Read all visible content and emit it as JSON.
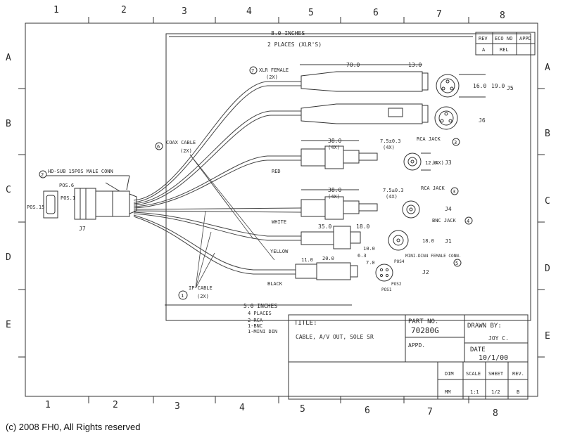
{
  "grid": {
    "columns_top": [
      "1",
      "2",
      "3",
      "4",
      "5",
      "6",
      "7",
      "8"
    ],
    "columns_bottom": [
      "1",
      "2",
      "3",
      "4",
      "5",
      "6",
      "7",
      "8"
    ],
    "rows_left": [
      "A",
      "B",
      "C",
      "D",
      "E"
    ],
    "rows_right": [
      "A",
      "B",
      "C",
      "D",
      "E"
    ]
  },
  "revision_table": {
    "headers": [
      "REV",
      "ECO NO",
      "APPD"
    ],
    "row": [
      "A",
      "REL",
      ""
    ]
  },
  "dimensions": {
    "overall_top": "8.0 INCHES",
    "overall_top_note": "2 PLACES (XLR'S)",
    "overall_bottom": "5.0 INCHES",
    "overall_bottom_notes": [
      "4 PLACES",
      "2-RCA",
      "1-BNC",
      "1-MINI DIN"
    ],
    "xlr_length": "70.0",
    "xlr_tip": "13.0",
    "xlr_dia1": "16.0",
    "xlr_dia2": "19.0",
    "rca1_length": "38.0",
    "rca1_count": "(4X)",
    "rca1_tip": "7.5±0.3",
    "rca1_tip_count": "(4X)",
    "rca2_length": "38.0",
    "rca2_count": "(4X)",
    "rca2_tip": "7.5±0.3",
    "rca2_tip_count": "(4X)",
    "rca_dia": "12.0",
    "rca_dia_count": "(4X)",
    "bnc_length": "35.0",
    "bnc_tip": "18.0",
    "bnc_dia": "10.0",
    "bnc_face": "18.0",
    "din_a": "11.0",
    "din_b": "20.0",
    "din_c": "6.3",
    "din_d": "7.0"
  },
  "callouts": {
    "c7": {
      "num": "7",
      "text": "XLR FEMALE",
      "qty": "(2X)"
    },
    "c6": {
      "num": "6",
      "text": "COAX CABLE",
      "qty": "(2X)"
    },
    "c2": {
      "num": "2",
      "text": "HD-SUB 15POS MALE CONN"
    },
    "c1": {
      "num": "1",
      "text": "IP CABLE",
      "qty": "(2X)"
    },
    "c3": {
      "num": "3",
      "text": "RCA JACK"
    },
    "c3b": {
      "num": "3",
      "text": "RCA JACK"
    },
    "c4": {
      "num": "4",
      "text": "BNC JACK"
    },
    "c5": {
      "num": "5",
      "text": "MINI-DIN4 FEMALE CONN."
    }
  },
  "labels": {
    "j7": "J7",
    "j5": "J5",
    "j6": "J6",
    "j3": "J3",
    "j4": "J4",
    "j1": "J1",
    "j2": "J2",
    "pos6": "POS.6",
    "pos1": "POS.1",
    "pos15": "POS.15",
    "red": "RED",
    "white": "WHITE",
    "yellow": "YELLOW",
    "black": "BLACK",
    "pos_a": "POS1",
    "pos_b": "POS2",
    "pos_c": "POS4"
  },
  "title_block": {
    "title_label": "TITLE:",
    "title_value": "CABLE, A/V OUT, SOLE SR",
    "part_label": "PART NO.",
    "part_value": "70280G",
    "appd_label": "APPD.",
    "drawn_label": "DRAWN BY:",
    "drawn_value": "JOY C.",
    "date_label": "DATE",
    "date_value": "10/1/00",
    "dim_label": "DIM",
    "dim_value": "MM",
    "scale_label": "SCALE",
    "scale_value": "1:1",
    "sheet_label": "SHEET",
    "sheet_value": "1/2",
    "rev_label": "REV.",
    "rev_value": "B"
  },
  "copyright": "(c) 2008 FH0, All Rights reserved"
}
